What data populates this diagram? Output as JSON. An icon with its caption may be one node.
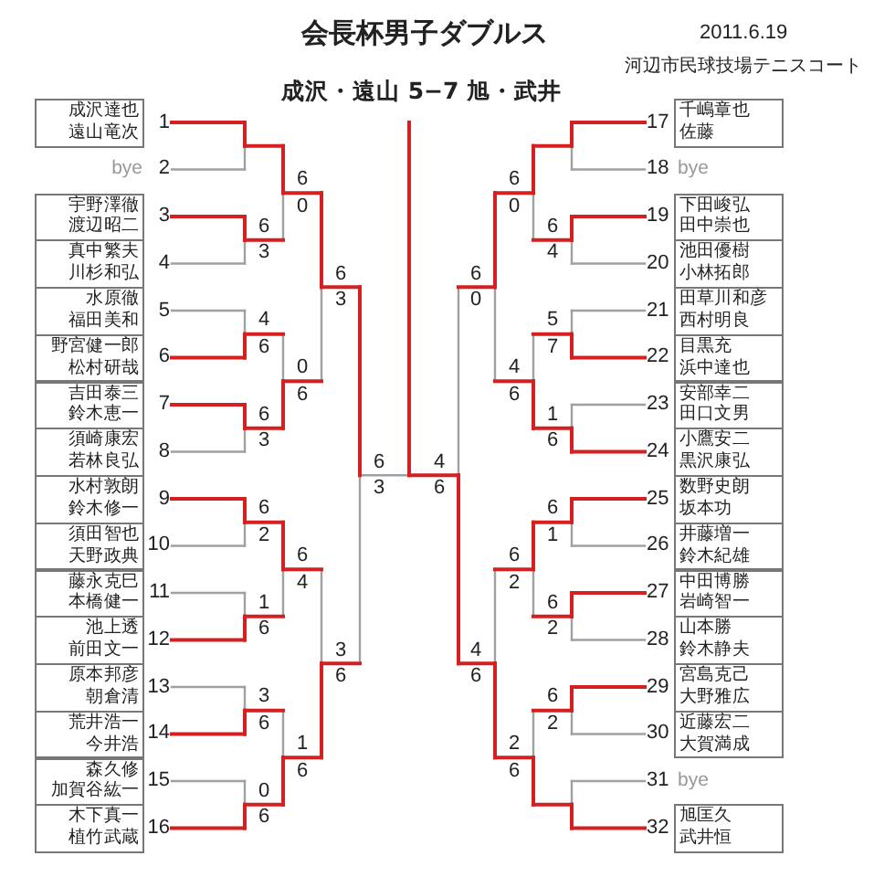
{
  "diagram": {
    "title": "会長杯男子ダブルス",
    "nodes": [
      {
        "text": [
          "成沢達也",
          "遠山竜次"
        ],
        "beside": [
          "1"
        ]
      },
      {
        "text": [
          "bye"
        ],
        "beside": [
          "2"
        ]
      },
      {
        "text": [
          "宇野澤徹",
          "渡辺昭二"
        ],
        "beside": [
          "3"
        ]
      },
      {
        "text": [
          "真中繁夫",
          "川杉和弘"
        ],
        "beside": [
          "4"
        ]
      },
      {
        "text": [
          "水原徹",
          "福田美和"
        ],
        "beside": [
          "5"
        ]
      },
      {
        "text": [
          "野宮健一郎",
          "松村研哉"
        ],
        "beside": [
          "6"
        ]
      },
      {
        "text": [
          "吉田泰三",
          "鈴木恵一"
        ],
        "beside": [
          "7"
        ]
      },
      {
        "text": [
          "須崎康宏",
          "若林良弘"
        ],
        "beside": [
          "8"
        ]
      },
      {
        "text": [
          "水村敦朗",
          "鈴木修一"
        ],
        "beside": [
          "9"
        ]
      },
      {
        "text": [
          "須田智也",
          "天野政典"
        ],
        "beside": [
          "10"
        ]
      },
      {
        "text": [
          "藤永克巳",
          "本橋健一"
        ],
        "beside": [
          "11"
        ]
      },
      {
        "text": [
          "池上透",
          "前田文一"
        ],
        "beside": [
          "12"
        ]
      },
      {
        "text": [
          "原本邦彦",
          "朝倉清"
        ],
        "beside": [
          "13"
        ]
      },
      {
        "text": [
          "荒井浩一",
          "今井浩"
        ],
        "beside": [
          "14"
        ]
      },
      {
        "text": [
          "森久修",
          "加賀谷紘一"
        ],
        "beside": [
          "15"
        ]
      },
      {
        "text": [
          "木下真一",
          "植竹武蔵"
        ],
        "beside": [
          "16"
        ]
      },
      {
        "text": [
          "千嶋章也",
          "佐藤"
        ],
        "beside": [
          "17"
        ]
      },
      {
        "text": [
          "bye"
        ],
        "beside": [
          "18"
        ]
      },
      {
        "text": [
          "下田峻弘",
          "田中崇也"
        ],
        "beside": [
          "19"
        ]
      },
      {
        "text": [
          "池田優樹",
          "小林拓郎"
        ],
        "beside": [
          "20"
        ]
      },
      {
        "text": [
          "田草川和彦",
          "西村明良"
        ],
        "beside": [
          "21"
        ]
      },
      {
        "text": [
          "目黒充",
          "浜中達也"
        ],
        "beside": [
          "22"
        ]
      },
      {
        "text": [
          "安部幸二",
          "田口文男"
        ],
        "beside": [
          "23"
        ]
      },
      {
        "text": [
          "小鷹安二",
          "黒沢康弘"
        ],
        "beside": [
          "24"
        ]
      },
      {
        "text": [
          "数野史朗",
          "坂本功"
        ],
        "beside": [
          "25"
        ]
      },
      {
        "text": [
          "井藤増一",
          "鈴木紀雄"
        ],
        "beside": [
          "26"
        ]
      },
      {
        "text": [
          "中田博勝",
          "岩崎智一"
        ],
        "beside": [
          "27"
        ]
      },
      {
        "text": [
          "山本勝",
          "鈴木静夫"
        ],
        "beside": [
          "28"
        ]
      },
      {
        "text": [
          "宮島克己",
          "大野雅広"
        ],
        "beside": [
          "29"
        ]
      },
      {
        "text": [
          "近藤宏二",
          "大賀満成"
        ],
        "beside": [
          "30"
        ]
      },
      {
        "text": [
          "bye"
        ],
        "beside": [
          "31"
        ]
      },
      {
        "text": [
          "旭匡久",
          "武井恒"
        ],
        "beside": [
          "32"
        ]
      }
    ],
    "labels": [
      "2011.6.19",
      "河辺市民球技場テニスコート",
      "成沢・遠山 5−7 旭・武井",
      "6",
      "3",
      "4",
      "6",
      "6",
      "3",
      "6",
      "2",
      "1",
      "6",
      "3",
      "6",
      "0",
      "6",
      "6",
      "0",
      "0",
      "6",
      "6",
      "4",
      "1",
      "6",
      "6",
      "3",
      "3",
      "6",
      "6",
      "3",
      "4",
      "6",
      "6",
      "0",
      "4",
      "6",
      "6",
      "0",
      "4",
      "6",
      "6",
      "2",
      "2",
      "6",
      "6",
      "4",
      "5",
      "7",
      "1",
      "6",
      "6",
      "1",
      "6",
      "2",
      "6",
      "2"
    ]
  }
}
